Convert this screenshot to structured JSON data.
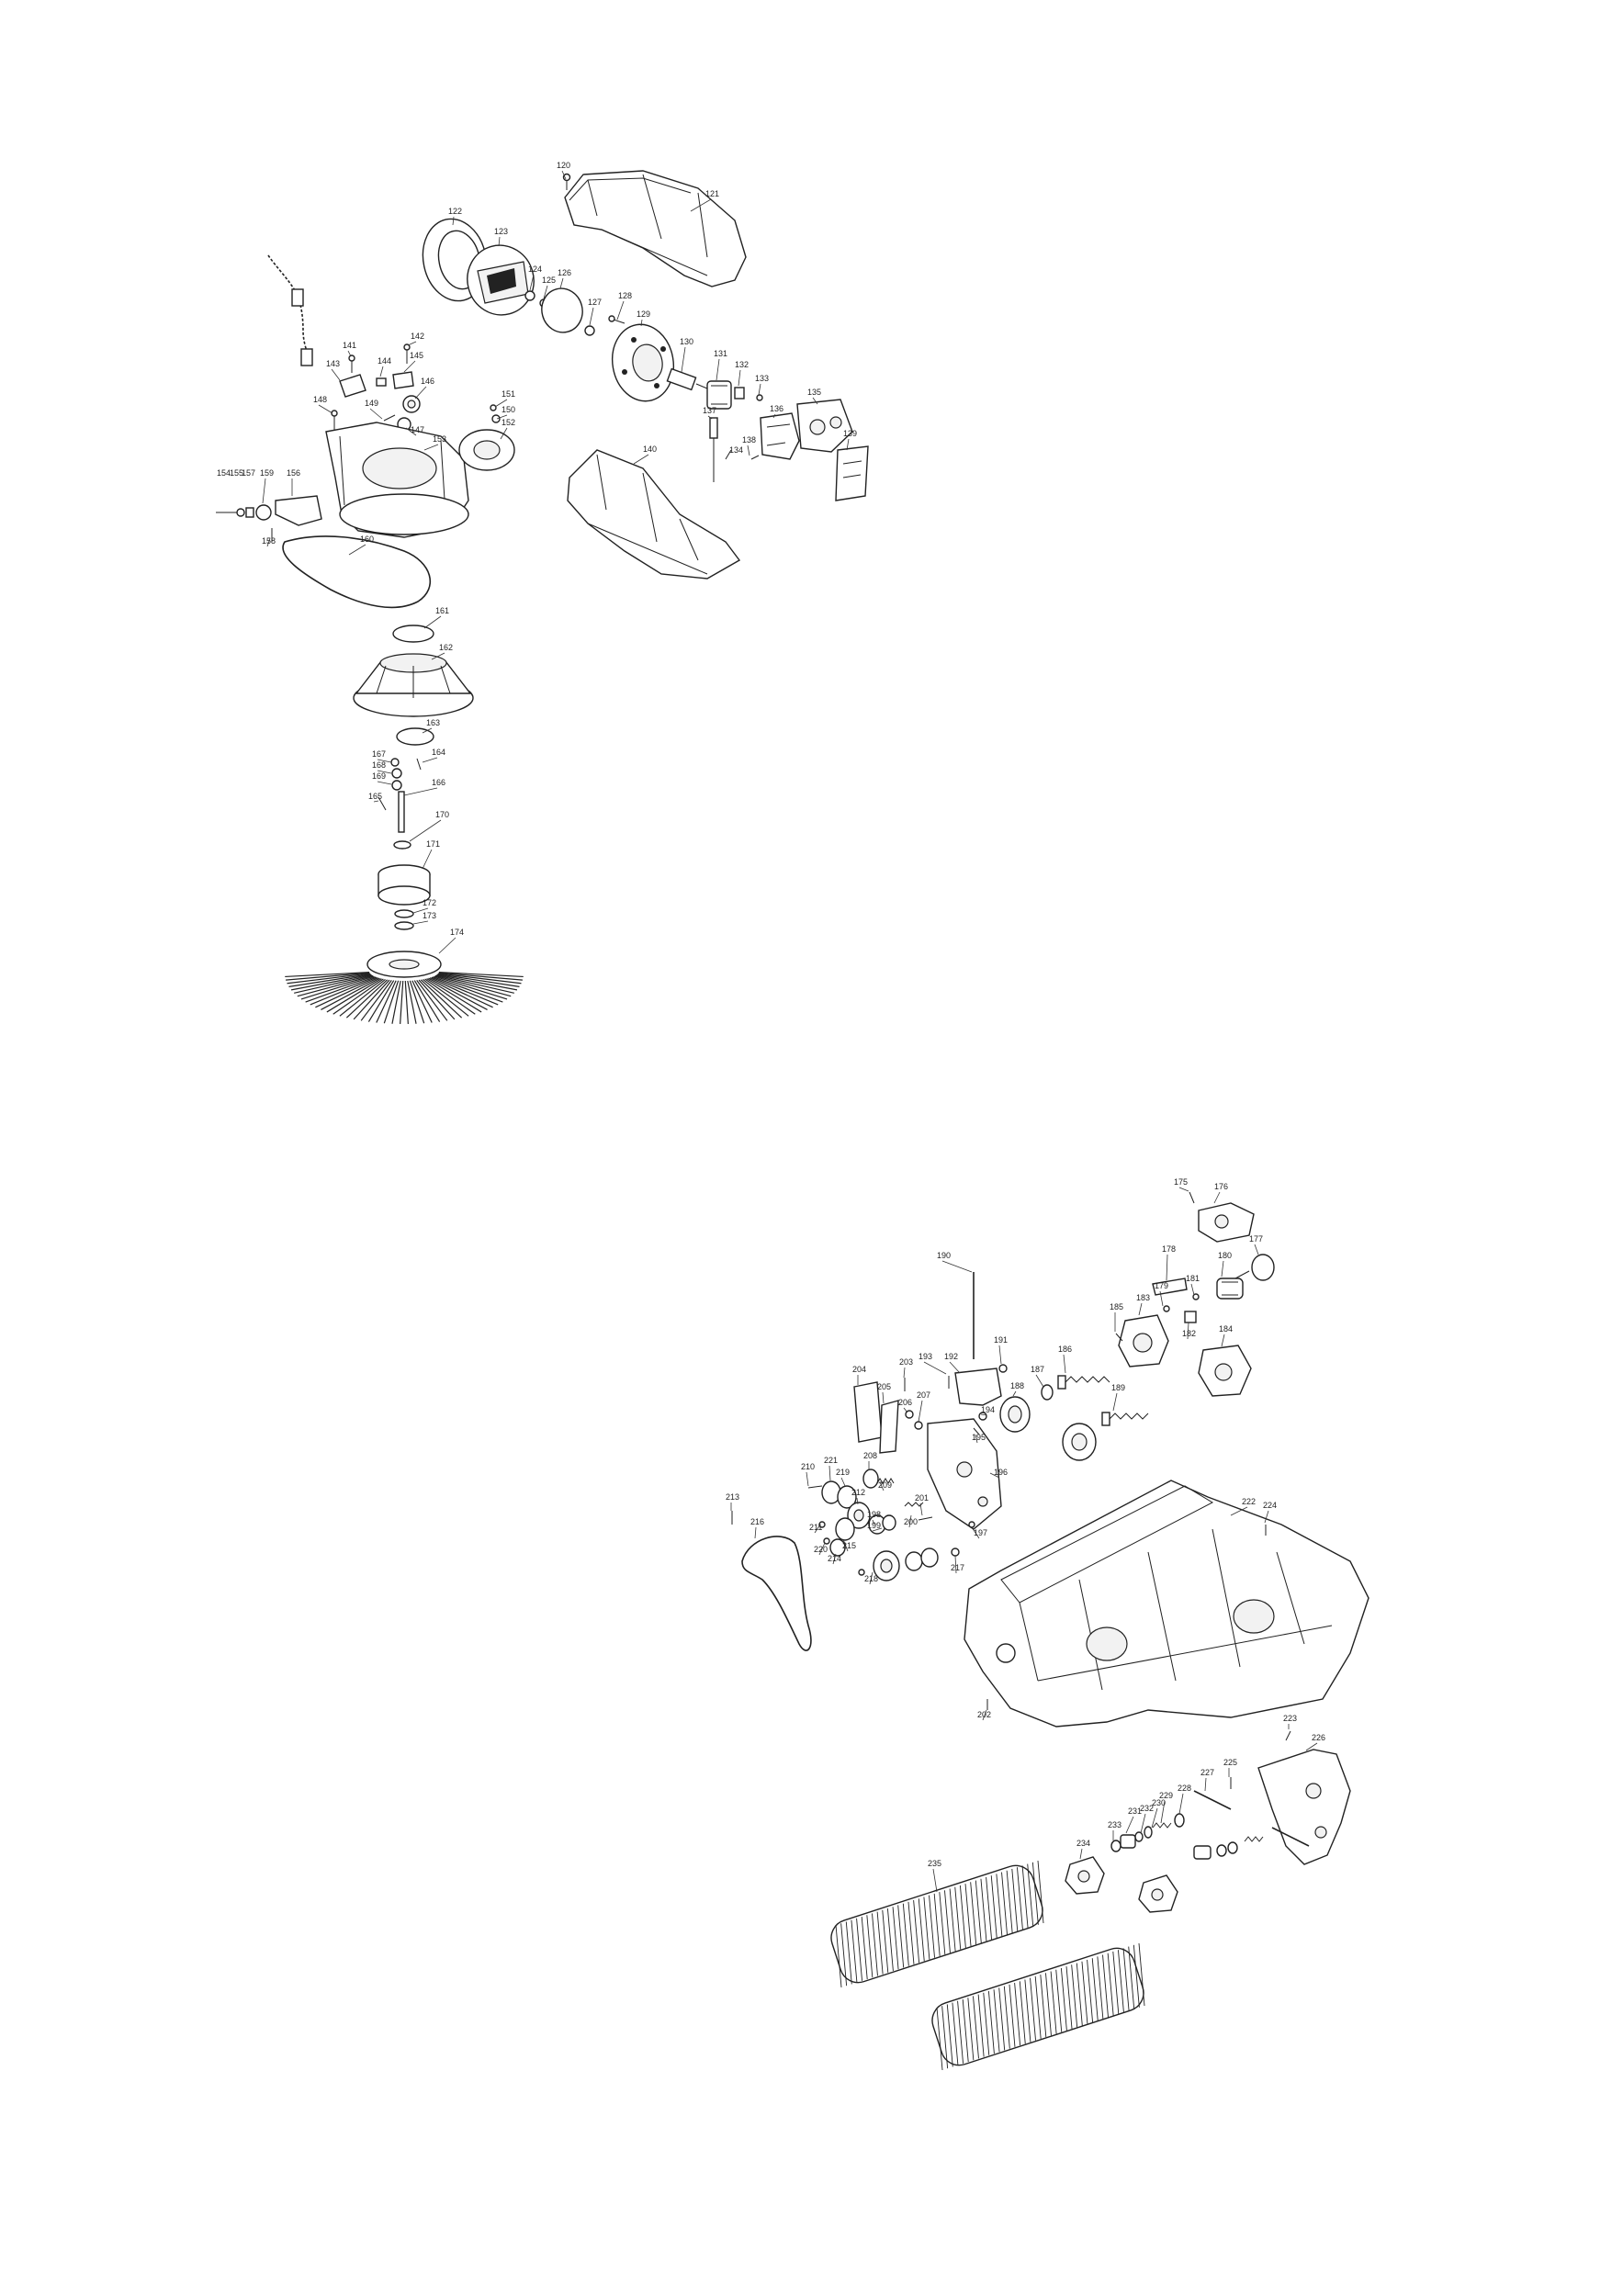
{
  "labels": {
    "120": "120",
    "121": "121",
    "122": "122",
    "123": "123",
    "124": "124",
    "125": "125",
    "126": "126",
    "127": "127",
    "128": "128",
    "129": "129",
    "130": "130",
    "131": "131",
    "132": "132",
    "133": "133",
    "134": "134",
    "135": "135",
    "136": "136",
    "137": "137",
    "138": "138",
    "139": "139",
    "140": "140",
    "141": "141",
    "142": "142",
    "143": "143",
    "144": "144",
    "145": "145",
    "146": "146",
    "147": "147",
    "148": "148",
    "149": "149",
    "150": "150",
    "151": "151",
    "152": "152",
    "153": "153",
    "154": "154",
    "155": "155",
    "156": "156",
    "157": "157",
    "158": "158",
    "159": "159",
    "160": "160",
    "161": "161",
    "162": "162",
    "163": "163",
    "164": "164",
    "165": "165",
    "166": "166",
    "167": "167",
    "168": "168",
    "169": "169",
    "170": "170",
    "171": "171",
    "172": "172",
    "173": "173",
    "174": "174",
    "175": "175",
    "176": "176",
    "177": "177",
    "178": "178",
    "179": "179",
    "180": "180",
    "181": "181",
    "182": "182",
    "183": "183",
    "184": "184",
    "185": "185",
    "186": "186",
    "187": "187",
    "188": "188",
    "189": "189",
    "190": "190",
    "191": "191",
    "192": "192",
    "193": "193",
    "194": "194",
    "195": "195",
    "196": "196",
    "197": "197",
    "198": "198",
    "199": "199",
    "200": "200",
    "201": "201",
    "202": "202",
    "203": "203",
    "204": "204",
    "205": "205",
    "206": "206",
    "207": "207",
    "208": "208",
    "209": "209",
    "210": "210",
    "211": "211",
    "212": "212",
    "213": "213",
    "214": "214",
    "215": "215",
    "216": "216",
    "217": "217",
    "218": "218",
    "219": "219",
    "220": "220",
    "221": "221",
    "222": "222",
    "223": "223",
    "224": "224",
    "225": "225",
    "226": "226",
    "227": "227",
    "228": "228",
    "229": "229",
    "230": "230",
    "231": "231",
    "232": "232",
    "233": "233",
    "234": "234",
    "235": "235"
  },
  "colors": {
    "line": "#222222",
    "background": "#ffffff"
  }
}
